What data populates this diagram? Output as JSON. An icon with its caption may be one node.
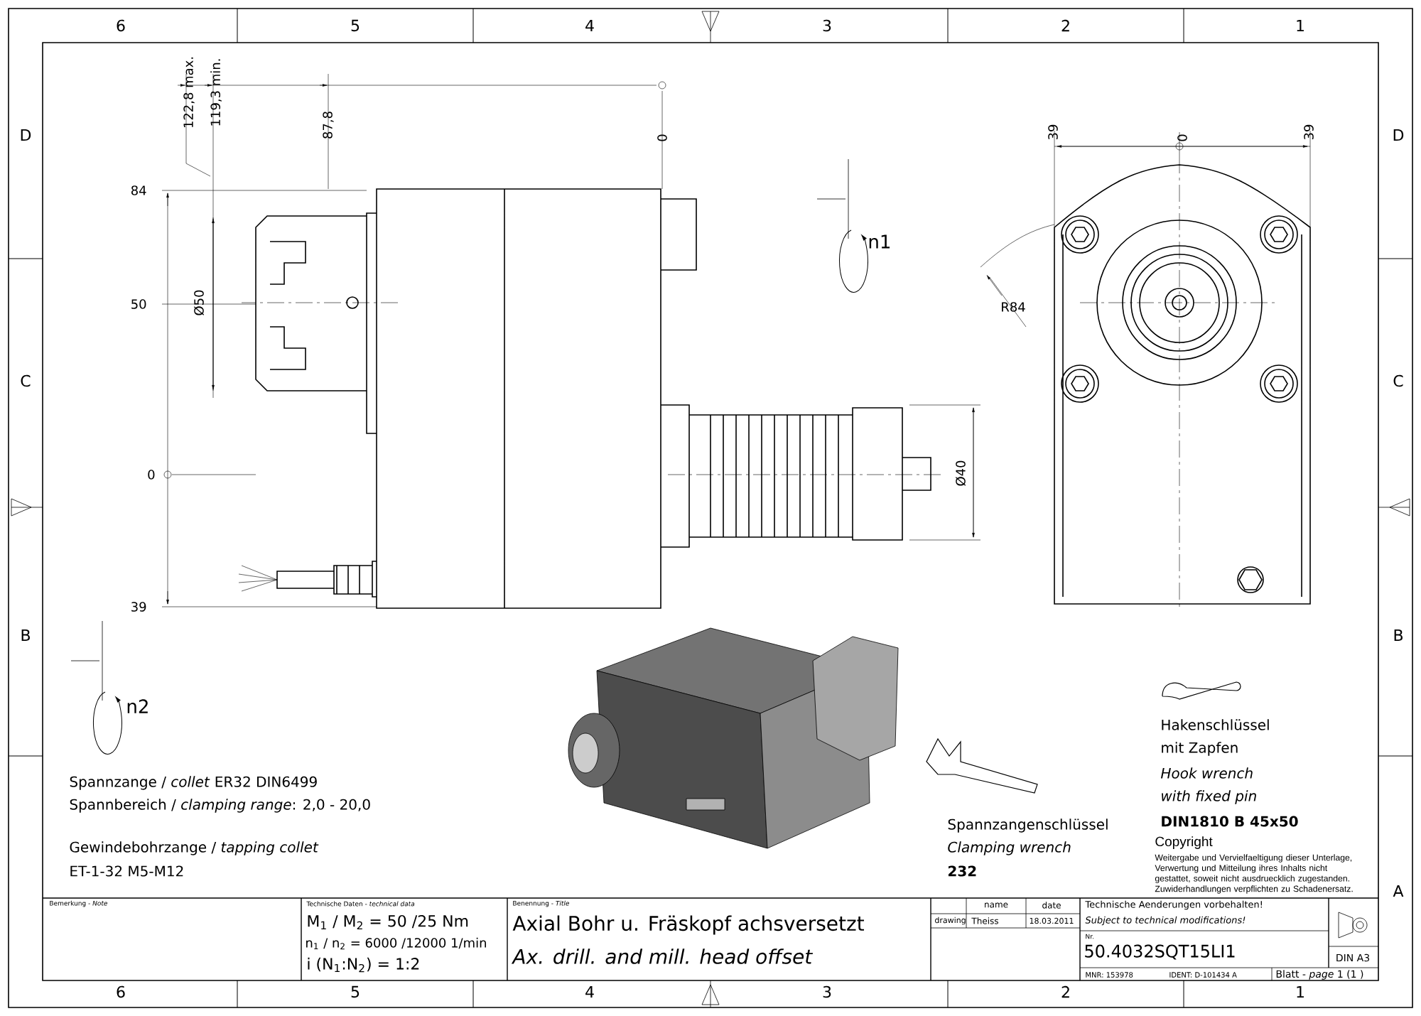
{
  "diagram": {
    "labels": [
      "6",
      "5",
      "4",
      "3",
      "2",
      "1",
      "D",
      "C",
      "B",
      "D",
      "C",
      "B",
      "A",
      "122,8 max.",
      "119,3 min.",
      "87,8",
      "0",
      "84",
      "50",
      "0",
      "39",
      "Ø50",
      "Ø40",
      "n1",
      "n2",
      "39",
      "0",
      "39",
      "R84",
      "Spannzange / *collet*   ER32   DIN6499",
      "Spannbereich / *clamping range*: 2,0 - 20,0",
      "Gewindebohrzange / *tapping collet*",
      "ET-1-32  M5-M12",
      "Spannzangenschlüssel",
      "Clamping wrench",
      "232",
      "Hakenschlüssel",
      "mit Zapfen",
      "Hook wrench",
      "with fixed pin",
      "DIN1810 B 45x50",
      "Copyright",
      "Weitergabe und Vervielfaeltigung dieser Unterlage, Verwertung und Mitteilung ihres Inhalts nicht gestattet, soweit nicht ausdruecklich zugestanden. Zuwiderhandlungen verpflichten zu Schadenersatz.",
      "Bemerkung - *Note*",
      "Technische Daten - *technical data*",
      "M$_{1}$ / M$_{2}$ = 50  /25  Nm",
      "n$_{1}$ / n$_{2}$ = 6000 /12000 1/min",
      "i  (N$_{1}$:N$_{2}$) = 1:2",
      "Benennung - *Title*",
      "Axial Bohr u. Fräskopf achsversetzt",
      "Ax. drill. and mill. head offset",
      "name",
      "date",
      "drawing",
      "Theiss",
      "18.03.2011",
      "Technische Aenderungen vorbehalten!",
      "Subject to technical modifications!",
      "Nr.",
      "50.4032SQT15LI1",
      "DIN A3",
      "MNR: 153978",
      "IDENT: D-101434 A",
      "Blatt - *page*  1 (1 )",
      "6",
      "5",
      "4",
      "3",
      "2",
      "1"
    ]
  }
}
